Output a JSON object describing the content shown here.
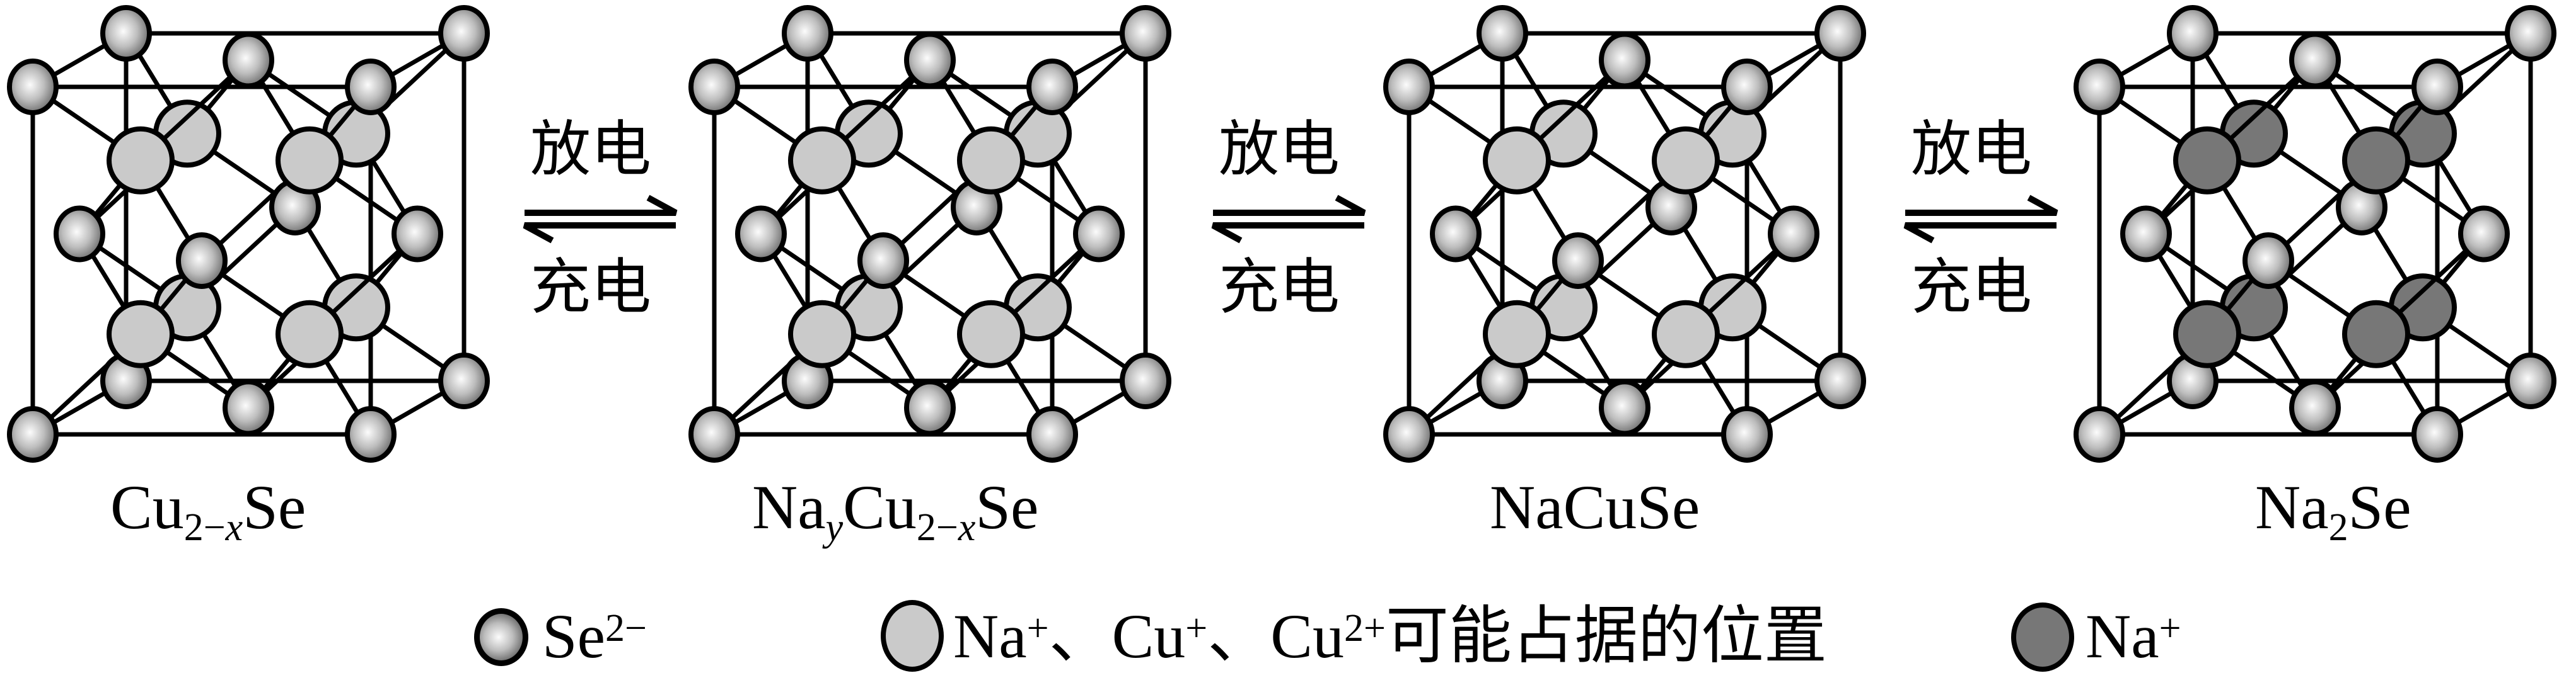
{
  "figure": {
    "type": "crystal-structure-conversion-diagram",
    "background": "#ffffff",
    "structures": [
      {
        "id": "cu2-xse",
        "formula": [
          {
            "t": "Cu"
          },
          {
            "t": "2−",
            "sub": true
          },
          {
            "t": "x",
            "sub": true,
            "italic": true
          },
          {
            "t": "Se"
          }
        ],
        "site_fill": "light"
      },
      {
        "id": "naycu2-xse",
        "formula": [
          {
            "t": "Na"
          },
          {
            "t": "y",
            "sub": true,
            "italic": true
          },
          {
            "t": "Cu"
          },
          {
            "t": "2−",
            "sub": true
          },
          {
            "t": "x",
            "sub": true,
            "italic": true
          },
          {
            "t": "Se"
          }
        ],
        "site_fill": "light"
      },
      {
        "id": "nacuse",
        "formula": [
          {
            "t": "NaCuSe"
          }
        ],
        "site_fill": "light"
      },
      {
        "id": "na2se",
        "formula": [
          {
            "t": "Na"
          },
          {
            "t": "2",
            "sub": true
          },
          {
            "t": "Se"
          }
        ],
        "site_fill": "dark"
      }
    ],
    "arrows": [
      {
        "top": "放电",
        "bottom": "充电"
      },
      {
        "top": "放电",
        "bottom": "充电"
      },
      {
        "top": "放电",
        "bottom": "充电"
      }
    ],
    "legend": {
      "items": [
        {
          "swatch": "se-sphere",
          "label": [
            {
              "t": "Se"
            },
            {
              "t": "2−",
              "sup": true
            }
          ]
        },
        {
          "swatch": "light-site-circle",
          "label": [
            {
              "t": "Na"
            },
            {
              "t": "+",
              "sup": true
            },
            {
              "t": "、Cu"
            },
            {
              "t": "+",
              "sup": true
            },
            {
              "t": "、Cu"
            },
            {
              "t": "2+",
              "sup": true
            },
            {
              "t": "可能占据的位置"
            }
          ]
        },
        {
          "swatch": "dark-site-circle",
          "label": [
            {
              "t": "Na"
            },
            {
              "t": "+",
              "sup": true
            }
          ]
        }
      ]
    },
    "colors": {
      "outline": "#000000",
      "se_sphere_highlight": "#fcfcfc",
      "se_sphere_mid": "#bdbdbd",
      "se_sphere_rim": "#454545",
      "light_site_fill": "#cacaca",
      "dark_site_fill": "#777777",
      "text": "#000000",
      "background": "#ffffff"
    }
  }
}
